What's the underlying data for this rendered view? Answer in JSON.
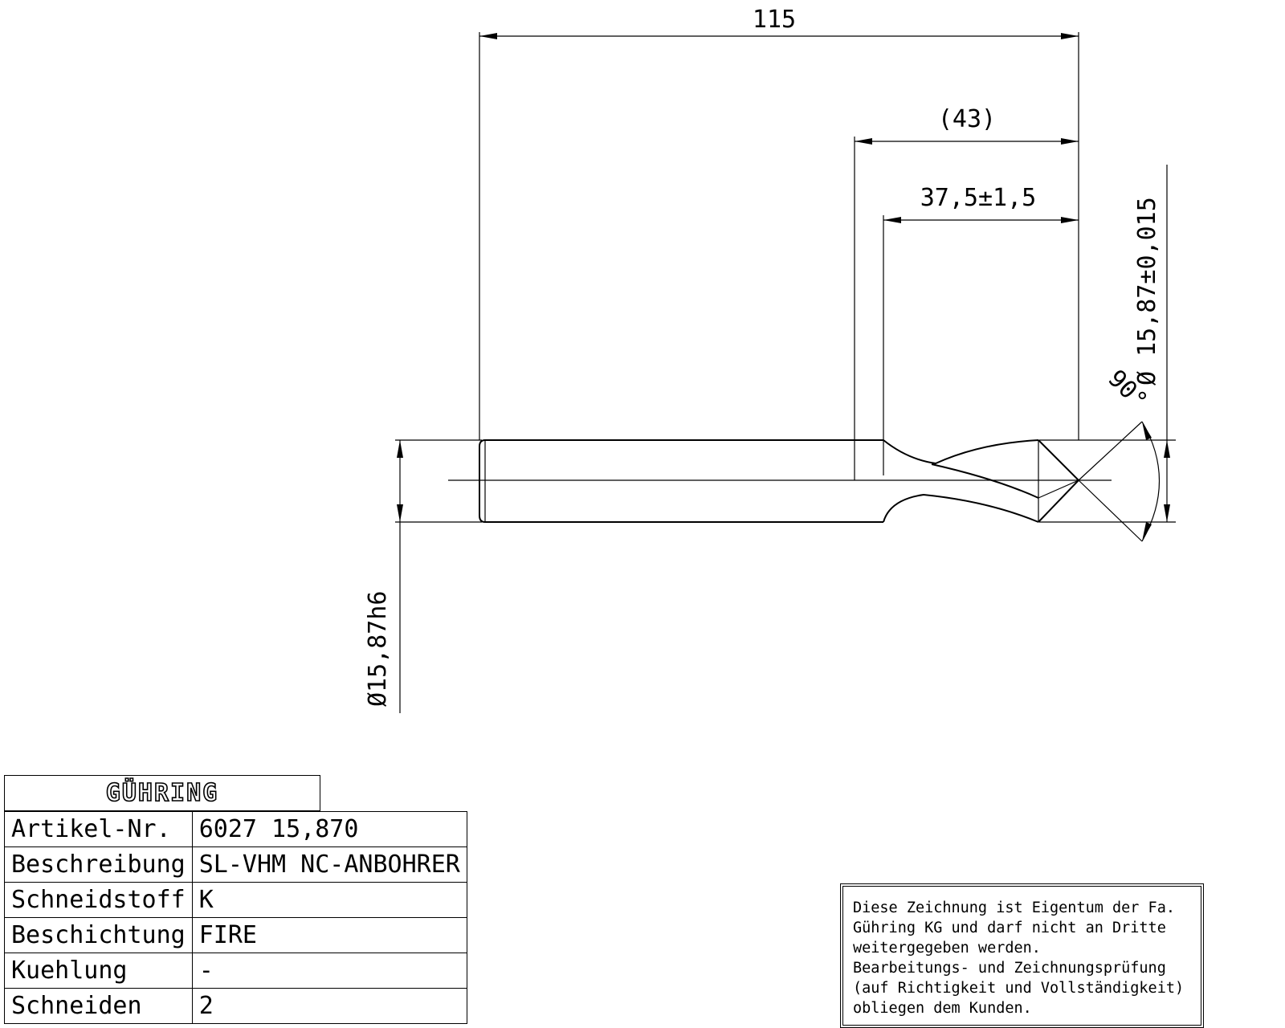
{
  "dimensions": {
    "overall_length": "115",
    "reference_length": "(43)",
    "flute_length": "37,5±1,5",
    "cutting_diameter": "Ø 15,87±0,015",
    "point_angle": "90°",
    "shank_diameter": "Ø15,87h6"
  },
  "title_block": {
    "logo": "GÜHRING",
    "rows": [
      {
        "label": "Artikel-Nr.",
        "value": "6027 15,870"
      },
      {
        "label": "Beschreibung",
        "value": "SL-VHM NC-ANBOHRER"
      },
      {
        "label": "Schneidstoff",
        "value": "K"
      },
      {
        "label": "Beschichtung",
        "value": "FIRE"
      },
      {
        "label": "Kuehlung",
        "value": "-"
      },
      {
        "label": "Schneiden",
        "value": "2"
      }
    ]
  },
  "notice": {
    "lines": [
      "Diese Zeichnung ist Eigentum der Fa.",
      "Gühring KG und darf nicht an Dritte",
      "weitergegeben werden.",
      "Bearbeitungs- und Zeichnungsprüfung",
      "(auf Richtigkeit und Vollständigkeit)",
      "obliegen dem Kunden."
    ]
  }
}
